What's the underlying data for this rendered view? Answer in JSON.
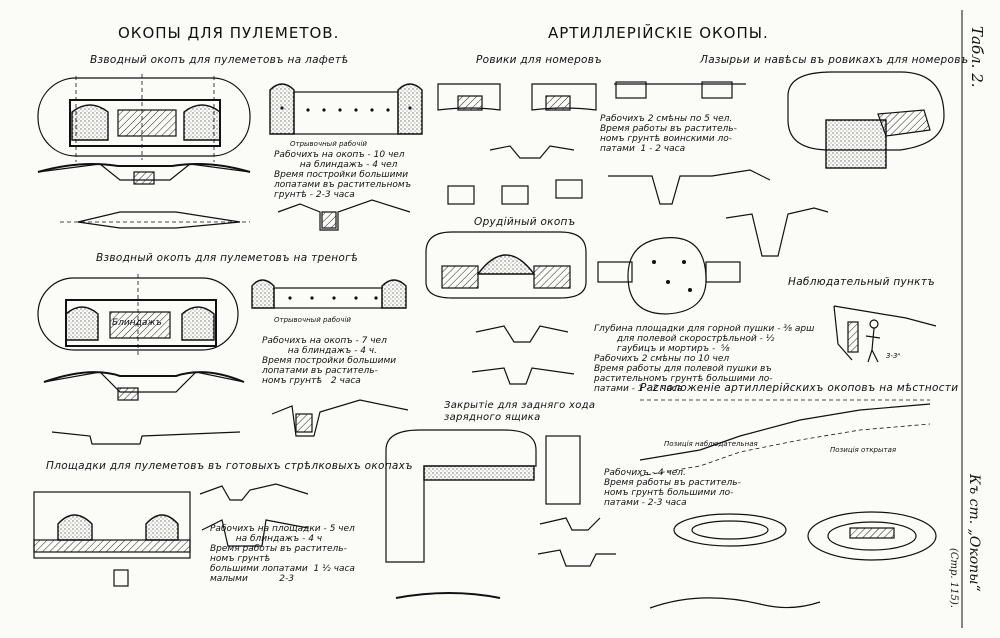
{
  "headers": {
    "mg_trenches": "ОКОПЫ ДЛЯ ПУЛЕМЕТОВ.",
    "art_trenches": "АРТИЛЛЕРІЙСКІЕ ОКОПЫ."
  },
  "subtitles": {
    "platoon_carriage": "Взводный окопъ для пулеметовъ на лафетѣ",
    "platoon_tripod": "Взводный окопъ для пулеметовъ на треногѣ",
    "ready_platforms": "Площадки для пулеметовъ въ готовыхъ стрѣлковыхъ окопахъ",
    "crew_pits": "Ровики для номеровъ",
    "dugouts": "Лазырьи и навѣсы въ ровикахъ для номеровъ",
    "gun_trench": "Орудійный окопъ",
    "observation": "Наблюдательный пунктъ",
    "limber_cover": "Закрытіе для задняго хода\nзарядного ящика",
    "layout": "Расположеніе артиллерійскихъ окоповъ на мѣстности"
  },
  "notes": {
    "n1": "Рабочихъ на окопъ - 10 чел\n         на блиндажъ - 4 чел\nВремя постройки большими\nлопатами въ растительномъ\nгрунтѣ - 2-3 часа",
    "n2": "Рабочихъ на окопъ - 7 чел\n         на блиндажъ - 4 ч.\nВремя постройки большими\nлопатами въ раститель-\nномъ грунтѣ   2 часа",
    "n3": "Рабочихъ на площадки - 5 чел\n         на блиндажъ - 4 ч\nВремя работы въ раститель-\nномъ грунтѣ\nбольшими лопатами  1 ½ часа\nмалыми           2-3",
    "n4": "Рабочихъ 2 смѣны по 5 чел.\nВремя работы въ раститель-\nномъ грунтѣ воинскими ло-\nпатами  1 - 2 часа",
    "n5": "Глубина площадки для горной пушки - ⅜ арш\n        для полевой скорострѣльной - ½\n        гаубицъ и мортиръ -  ⅝\nРабочихъ 2 смѣны по 10 чел\nВремя работы для полевой пушки въ\nрастительномъ грунтѣ большими ло-\nпатами - 1 - 2 часа",
    "n6": "Рабочихъ - 4 чел.\nВремя работы въ раститель-\nномъ грунтѣ большими ло-\nпатами - 2-3 часа"
  },
  "labels": {
    "blindage": "Блиндажъ",
    "cut_left": "Отрывочный рабочій",
    "cut_right": "Отрывочный рабочій",
    "observer_scale": "3-3ᴬ",
    "layout_a": "Позиція наблюдательная",
    "layout_b": "Позиція открытая"
  },
  "margin": {
    "plate": "Табл. 2.",
    "reference": "Къ ст. „Окопы“",
    "page": "(Стр. 115)."
  }
}
